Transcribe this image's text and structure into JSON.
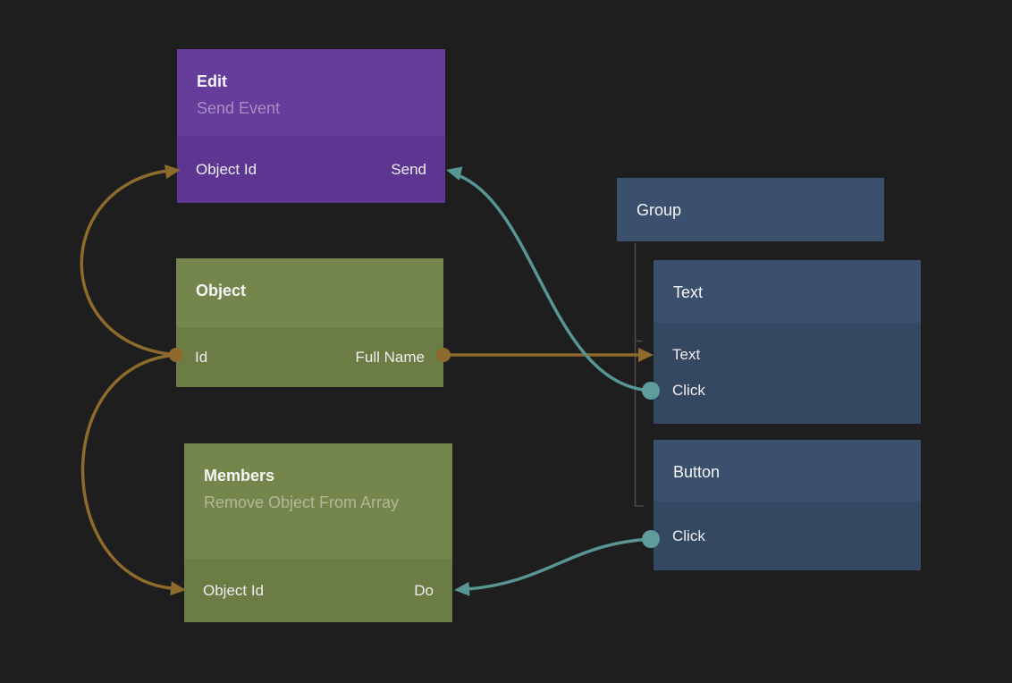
{
  "canvas": {
    "background": "#1f1e1e"
  },
  "colors": {
    "node_purple_header": "#673d9b",
    "node_purple_body": "#5c3690",
    "node_olive_header": "#75864c",
    "node_olive_body": "#6c7c45",
    "node_slate_header": "#3a506d",
    "node_slate_body": "#344861",
    "connection_orange": "#8e6b2d",
    "connection_teal": "#579695",
    "port_teal": "#5e9d9b",
    "tree_line": "#4b4b4b",
    "title_text": "#f6f4f6",
    "subtitle_text": "rgba(255,255,255,0.42)",
    "port_text": "#efedf0"
  },
  "nodes": {
    "edit": {
      "title": "Edit",
      "subtitle": "Send Event",
      "ports": {
        "object_id": "Object Id",
        "send": "Send"
      }
    },
    "object": {
      "title": "Object",
      "ports": {
        "id": "Id",
        "full_name": "Full Name"
      }
    },
    "members": {
      "title": "Members",
      "subtitle": "Remove Object From Array",
      "ports": {
        "object_id": "Object Id",
        "do": "Do"
      }
    },
    "group": {
      "title": "Group"
    },
    "text": {
      "title": "Text",
      "ports": {
        "text": "Text",
        "click": "Click"
      }
    },
    "button": {
      "title": "Button",
      "ports": {
        "click": "Click"
      }
    }
  },
  "hierarchy": {
    "parent": "Group",
    "children": [
      "Text",
      "Button"
    ]
  },
  "connections": [
    {
      "from": "Object.Id",
      "to": "Edit.Object Id",
      "color": "#8e6b2d"
    },
    {
      "from": "Object.Id",
      "to": "Members.Object Id",
      "color": "#8e6b2d"
    },
    {
      "from": "Object.Full Name",
      "to": "Text.Text",
      "color": "#8e6b2d"
    },
    {
      "from": "Text.Click",
      "to": "Edit.Send",
      "color": "#579695"
    },
    {
      "from": "Button.Click",
      "to": "Members.Do",
      "color": "#579695"
    }
  ]
}
